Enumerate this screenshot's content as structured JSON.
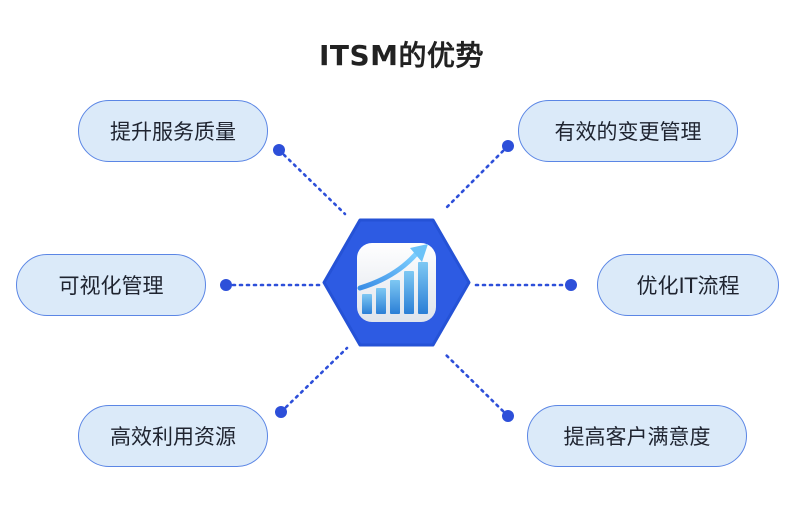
{
  "title": "ITSM的优势",
  "items": {
    "top_left": "提升服务质量",
    "mid_left": "可视化管理",
    "bottom_left": "高效利用资源",
    "top_right": "有效的变更管理",
    "mid_right": "优化IT流程",
    "bottom_right": "提高客户满意度"
  },
  "center_icon": "growth-chart-icon",
  "colors": {
    "accent": "#2d5be3",
    "pill_fill": "#dbeaf9",
    "pill_border": "#5b86e5",
    "dot": "#2d4fd9",
    "title": "#222222"
  }
}
